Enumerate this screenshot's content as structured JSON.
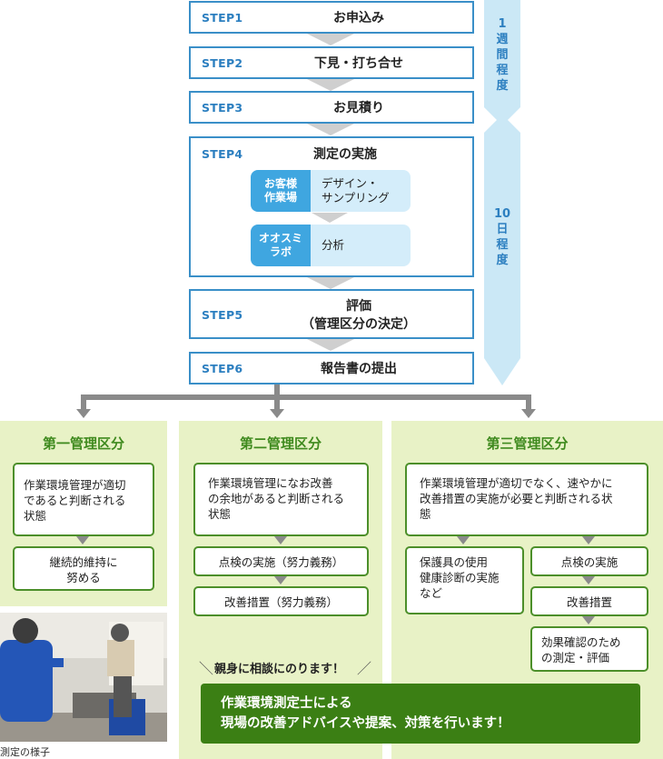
{
  "steps": [
    {
      "label": "STEP1",
      "title": "お申込み"
    },
    {
      "label": "STEP2",
      "title": "下見・打ち合せ"
    },
    {
      "label": "STEP3",
      "title": "お見積り"
    },
    {
      "label": "STEP4",
      "title": "測定の実施"
    },
    {
      "label": "STEP5",
      "title_line1": "評価",
      "title_line2": "（管理区分の決定）"
    },
    {
      "label": "STEP6",
      "title": "報告書の提出"
    }
  ],
  "step4_sub": [
    {
      "tag_line1": "お客様",
      "tag_line2": "作業場",
      "text_line1": "デザイン・",
      "text_line2": "サンプリング"
    },
    {
      "tag_line1": "オオスミ",
      "tag_line2": "ラボ",
      "text_line1": "分析",
      "text_line2": ""
    }
  ],
  "timeline": [
    {
      "chars": [
        "1",
        "週",
        "間",
        "程",
        "度"
      ]
    },
    {
      "chars": [
        "10",
        "日",
        "程",
        "度"
      ]
    }
  ],
  "categories": [
    {
      "title": "第一管理区分",
      "boxes": [
        [
          "作業環境管理が適切",
          "であると判断される",
          "状態"
        ],
        [
          "継続的維持に",
          "努める"
        ]
      ]
    },
    {
      "title": "第二管理区分",
      "boxes": [
        [
          "作業環境管理になお改善",
          "の余地があると判断される",
          "状態"
        ],
        [
          "点検の実施（努力義務）"
        ],
        [
          "改善措置（努力義務）"
        ]
      ]
    },
    {
      "title": "第三管理区分",
      "boxes": [
        [
          "作業環境管理が適切でなく、速やかに",
          "改善措置の実施が必要と判断される状",
          "態"
        ],
        [
          "保護具の使用",
          "健康診断の実施",
          "など"
        ],
        [
          "点検の実施"
        ],
        [
          "改善措置"
        ],
        [
          "効果確認のため",
          "の測定・評価"
        ]
      ]
    }
  ],
  "photo_caption": "測定の様子",
  "consult": "親身に相談にのります！",
  "banner_line1": "作業環境測定士による",
  "banner_line2": "現場の改善アドバイスや提案、対策を行います！",
  "colors": {
    "step_border": "#3a8fc8",
    "step_label": "#2c7fc0",
    "timeline": "#cbe8f6",
    "panel_bg": "#e8f2c6",
    "panel_title": "#3f8a1e",
    "banner_bg": "#3b7f14"
  }
}
